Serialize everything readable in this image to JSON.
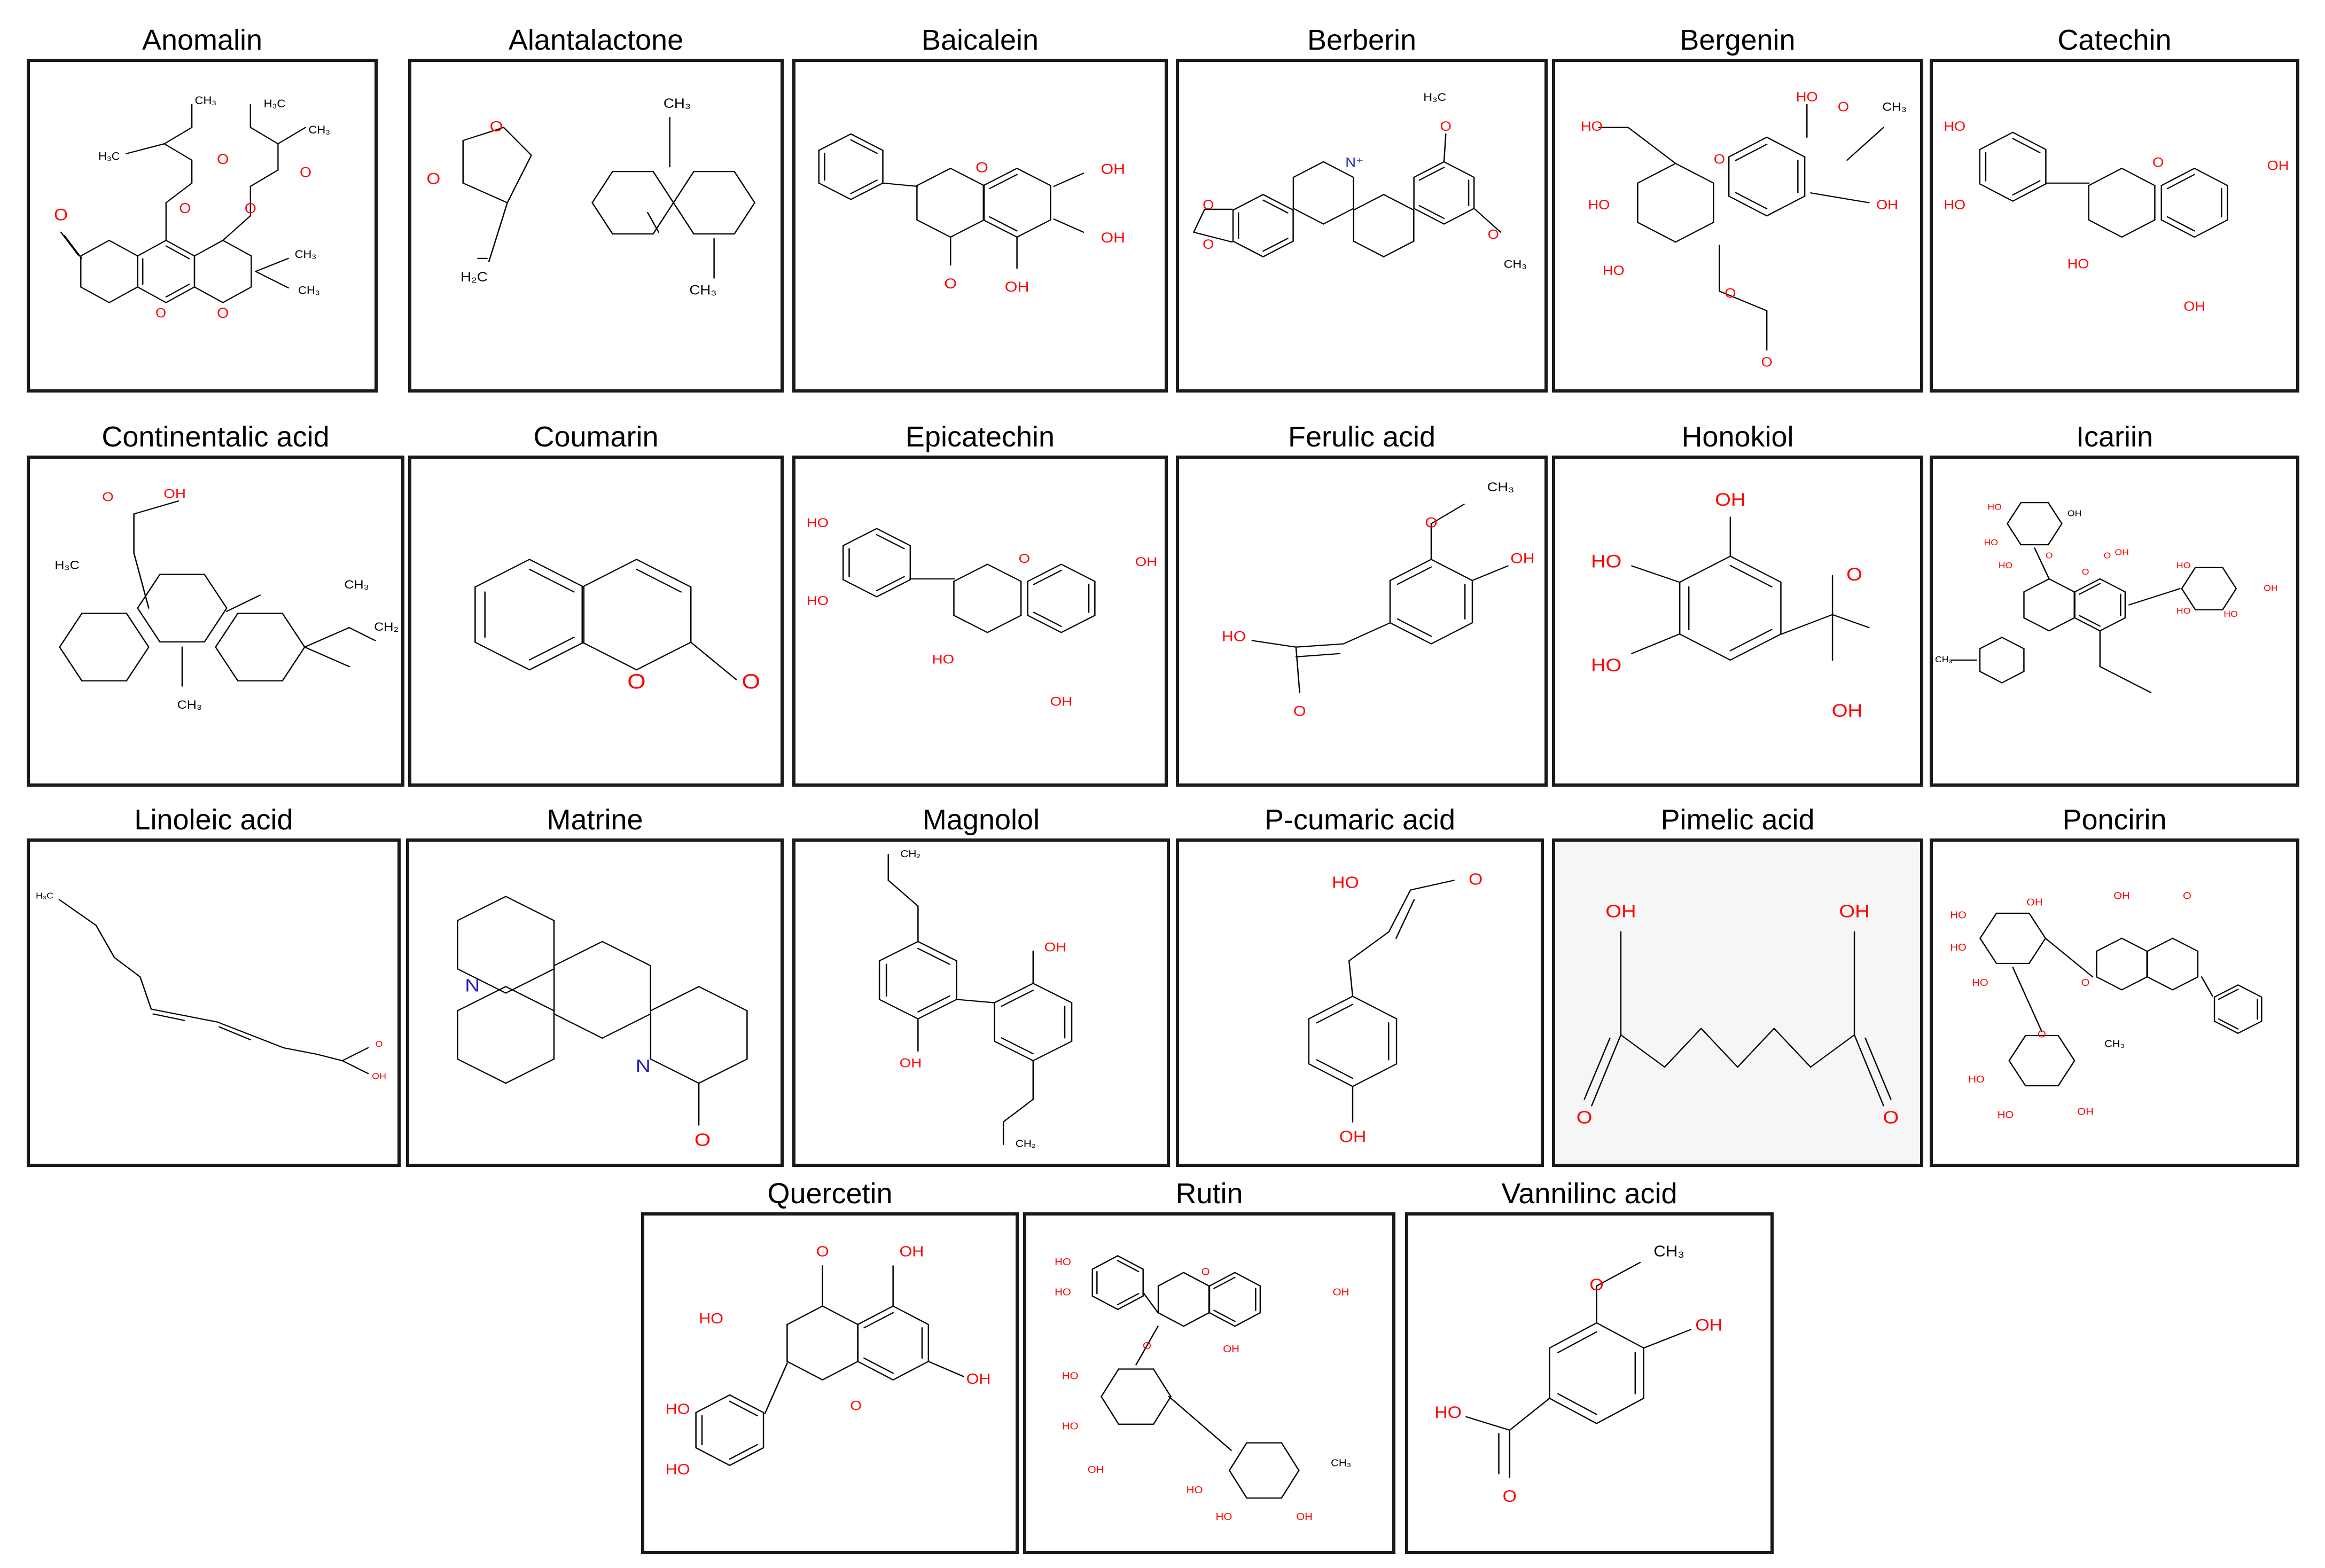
{
  "colors": {
    "heteroatom_oxygen": "#ff0000",
    "heteroatom_nitrogen": "#2020c0",
    "bond": "#000000",
    "frame": "#1a1a1a",
    "text": "#000000"
  },
  "compounds": [
    {
      "name": "Anomalin",
      "labels": [
        "CH₃",
        "H₃C",
        "H₃C",
        "CH₃",
        "O",
        "O",
        "O",
        "O",
        "O",
        "O",
        "O",
        "CH₃",
        "CH₃"
      ]
    },
    {
      "name": "Alantalactone",
      "labels": [
        "CH₃",
        "O",
        "O",
        "H₂C",
        "CH₃"
      ]
    },
    {
      "name": "Baicalein",
      "labels": [
        "O",
        "OH",
        "OH",
        "O",
        "OH"
      ]
    },
    {
      "name": "Berberin",
      "labels": [
        "H₃C",
        "O",
        "N⁺",
        "O",
        "O",
        "O",
        "CH₃"
      ]
    },
    {
      "name": "Bergenin",
      "labels": [
        "HO",
        "O",
        "HO",
        "O",
        "CH₃",
        "HO",
        "OH",
        "HO",
        "O",
        "O"
      ]
    },
    {
      "name": "Catechin",
      "labels": [
        "HO",
        "HO",
        "O",
        "OH",
        "HO",
        "OH"
      ]
    },
    {
      "name": "Continentalic acid",
      "labels": [
        "O",
        "OH",
        "H₃C",
        "CH₃",
        "CH₂",
        "CH₃"
      ]
    },
    {
      "name": "Coumarin",
      "labels": [
        "O",
        "O"
      ]
    },
    {
      "name": "Epicatechin",
      "labels": [
        "HO",
        "HO",
        "O",
        "OH",
        "HO",
        "OH"
      ]
    },
    {
      "name": "Ferulic acid",
      "labels": [
        "O",
        "CH₃",
        "OH",
        "HO",
        "O"
      ]
    },
    {
      "name": "Honokiol",
      "labels": [
        "OH",
        "HO",
        "HO",
        "O",
        "OH"
      ]
    },
    {
      "name": "Icariin",
      "labels": [
        "HO",
        "HO",
        "HO",
        "OH",
        "O",
        "O",
        "O",
        "OH",
        "CH₃",
        "HO",
        "HO",
        "HO",
        "OH"
      ]
    },
    {
      "name": "Linoleic acid",
      "labels": [
        "H₃C",
        "O",
        "OH"
      ]
    },
    {
      "name": "Matrine",
      "labels": [
        "N",
        "N",
        "O"
      ]
    },
    {
      "name": "Magnolol",
      "labels": [
        "CH₂",
        "OH",
        "OH",
        "CH₂"
      ]
    },
    {
      "name": "P-cumaric acid",
      "labels": [
        "HO",
        "O",
        "OH"
      ]
    },
    {
      "name": "Pimelic acid",
      "labels": [
        "OH",
        "OH",
        "O",
        "O"
      ]
    },
    {
      "name": "Poncirin",
      "labels": [
        "OH",
        "HO",
        "HO",
        "HO",
        "OH",
        "O",
        "O",
        "O",
        "HO",
        "HO",
        "OH",
        "CH₃"
      ]
    },
    {
      "name": "Quercetin",
      "labels": [
        "O",
        "OH",
        "HO",
        "OH",
        "HO",
        "HO",
        "O"
      ]
    },
    {
      "name": "Rutin",
      "labels": [
        "HO",
        "HO",
        "O",
        "OH",
        "OH",
        "O",
        "HO",
        "HO",
        "OH",
        "CH₃",
        "HO",
        "HO",
        "OH"
      ]
    },
    {
      "name": "Vannilinc acid",
      "labels": [
        "O",
        "CH₃",
        "OH",
        "HO",
        "O"
      ]
    }
  ]
}
